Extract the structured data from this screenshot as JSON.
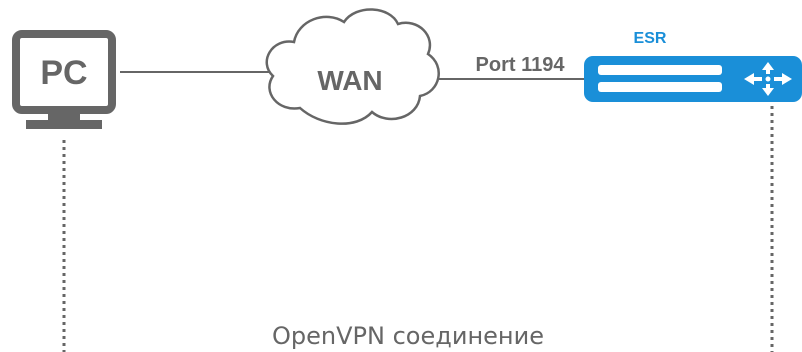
{
  "pc": {
    "label": "PC"
  },
  "wan": {
    "label": "WAN"
  },
  "link": {
    "port_label": "Port 1194"
  },
  "esr": {
    "label": "ESR"
  },
  "connection": {
    "label": "OpenVPN соединение"
  },
  "colors": {
    "device_gray": "#666666",
    "cloud_gray": "#666666",
    "esr_blue": "#1a8fd8",
    "label_gray": "#666666",
    "white": "#ffffff"
  }
}
